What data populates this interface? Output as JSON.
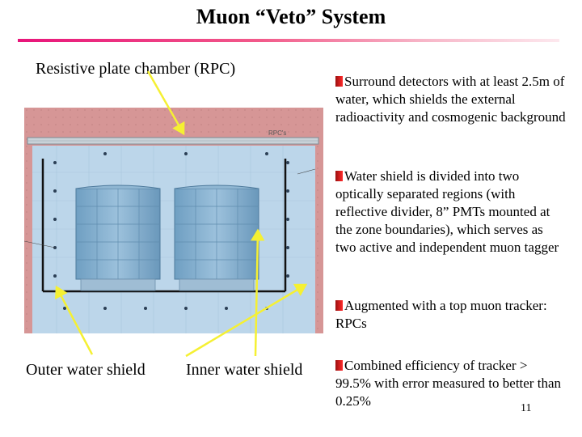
{
  "slide": {
    "title": "Muon “Veto” System",
    "page_number": "11"
  },
  "captions": {
    "rpc": "Resistive plate chamber (RPC)",
    "outer": "Outer water shield",
    "inner": "Inner water shield"
  },
  "figure": {
    "label": "RPC's"
  },
  "bullets": [
    {
      "text": "Surround detectors with at least 2.5m of water, which shields the external radioactivity and cosmogenic background"
    },
    {
      "text": "Water shield is divided into two optically separated regions (with reflective divider, 8” PMTs mounted at the zone boundaries), which serves as two active and independent muon tagger"
    },
    {
      "text": "Augmented with a top muon tracker: RPCs"
    },
    {
      "text": "Combined efficiency of tracker > 99.5% with error measured to better than 0.25%"
    }
  ],
  "colors": {
    "title_rule_start": "#e8147a",
    "arrow": "#f5f033",
    "bullet": "#e01818",
    "figure_frame": "#d89a9a",
    "water": "#b9d5ea"
  }
}
